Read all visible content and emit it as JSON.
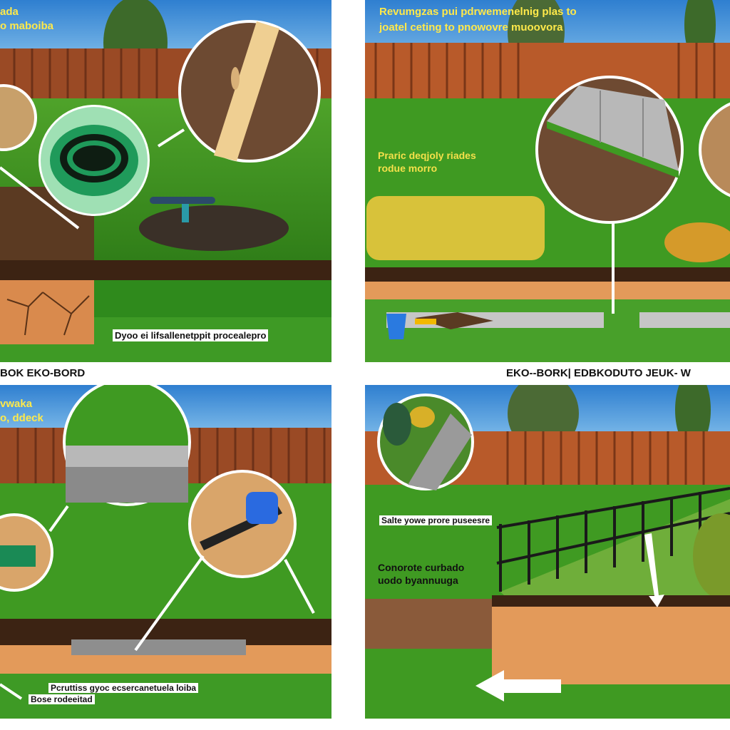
{
  "panels": {
    "top_left": {
      "heading_lines": [
        "ada",
        "o maboiba"
      ],
      "caption": "Dyoo ei lifsallenetppit procealepro"
    },
    "top_right": {
      "heading_lines": [
        "Revumgzas pui pdrwemenelnig plas to",
        "joatel ceting to pnowovre muoovora"
      ],
      "label_lines": [
        "Praric deqjoly riades",
        "rodue morro"
      ]
    },
    "bottom_left": {
      "heading_lines": [
        "vwaka",
        "o, ddeck"
      ],
      "caption_lines": [
        "Pcruttiss gyoc ecsercanetuela loiba",
        "Bose rodeeitad"
      ]
    },
    "bottom_right": {
      "callout": "Salte yowe prore puseesre",
      "label_lines": [
        "Conorote curbado",
        "uodo byannuuga"
      ]
    }
  },
  "dividers": {
    "left": "BOK    EKO-BORD",
    "right": "EKO--BORK| EDBKODUTO JEUK- W"
  },
  "colors": {
    "sky": "#3f86c9",
    "fence": "#9a4a25",
    "grass": "#3f8f1f",
    "soil": "#4a2c18",
    "sand": "#e39a5a",
    "green_edging": "#1f9a5a"
  }
}
